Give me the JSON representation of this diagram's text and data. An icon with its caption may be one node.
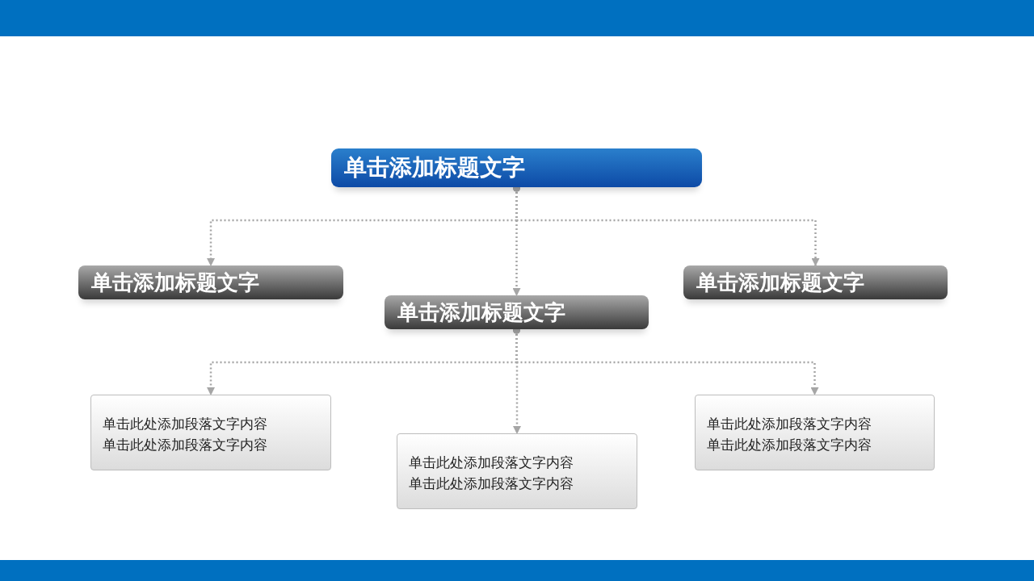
{
  "diagram": {
    "nodes": [
      {
        "text": [
          "单击添加标题文字"
        ]
      },
      {
        "text": [
          "单击添加标题文字"
        ]
      },
      {
        "text": [
          "单击添加标题文字"
        ]
      },
      {
        "text": [
          "单击添加标题文字"
        ]
      },
      {
        "text": [
          "单击此处添加段落文字内容",
          "单击此处添加段落文字内容"
        ]
      },
      {
        "text": [
          "单击此处添加段落文字内容",
          "单击此处添加段落文字内容"
        ]
      },
      {
        "text": [
          "单击此处添加段落文字内容",
          "单击此处添加段落文字内容"
        ]
      }
    ],
    "edges": [
      {
        "from": 0,
        "to": 1,
        "arrow": "to"
      },
      {
        "from": 0,
        "to": 2,
        "arrow": "to"
      },
      {
        "from": 0,
        "to": 3,
        "arrow": "to"
      },
      {
        "from": 2,
        "to": 4,
        "arrow": "to"
      },
      {
        "from": 2,
        "to": 5,
        "arrow": "to"
      },
      {
        "from": 2,
        "to": 6,
        "arrow": "to"
      }
    ]
  }
}
